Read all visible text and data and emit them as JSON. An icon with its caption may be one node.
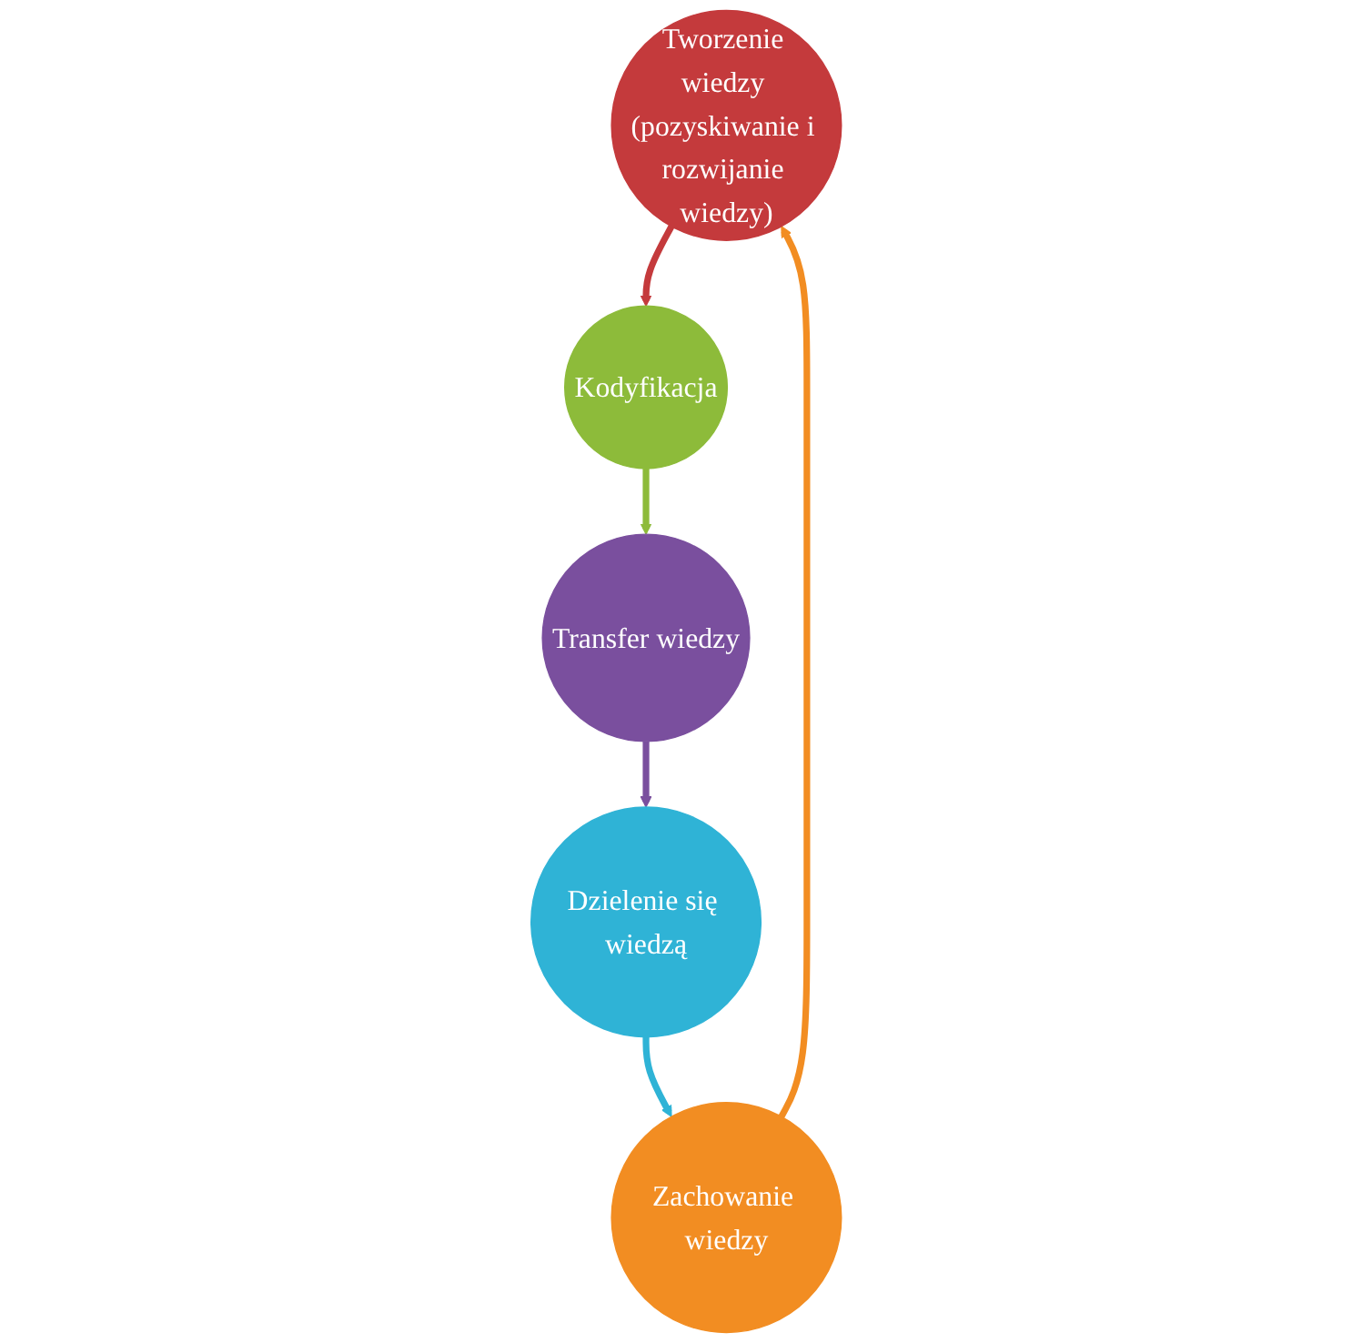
{
  "diagram": {
    "nodes": [
      {
        "text": [
          "Tworzenie wiedzy (pozyskiwanie i rozwijanie wiedzy)"
        ]
      },
      {
        "text": [
          "Kodyfikacja"
        ]
      },
      {
        "text": [
          "Transfer wiedzy"
        ]
      },
      {
        "text": [
          "Dzielenie się wiedzą"
        ]
      },
      {
        "text": [
          "Zachowanie wiedzy"
        ]
      }
    ],
    "edges": [
      {
        "from": 0,
        "to": 1,
        "arrow": "to",
        "color": "#c43a3c"
      },
      {
        "from": 1,
        "to": 2,
        "arrow": "to",
        "color": "#8dbb3a"
      },
      {
        "from": 2,
        "to": 3,
        "arrow": "to",
        "color": "#7a4f9e"
      },
      {
        "from": 3,
        "to": 4,
        "arrow": "to",
        "color": "#2fb3d6"
      },
      {
        "from": 4,
        "to": 0,
        "arrow": "to",
        "color": "#f28d22"
      }
    ]
  }
}
